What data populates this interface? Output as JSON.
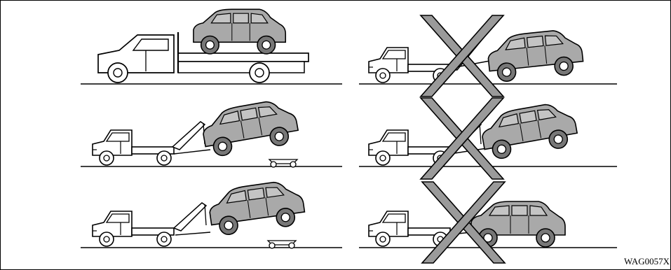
{
  "figure": {
    "code": "WAG0057X",
    "colors": {
      "line": "#000000",
      "car_fill": "#a9a9a9",
      "prohibition_fill": "#9a9a9a",
      "background": "#ffffff"
    },
    "panels": [
      {
        "position": "left-1",
        "method": "flatbed",
        "allowed": true
      },
      {
        "position": "left-2",
        "method": "wheel-lift-front-with-dollies",
        "allowed": true
      },
      {
        "position": "left-3",
        "method": "wheel-lift-rear-with-dollies",
        "allowed": true
      },
      {
        "position": "right-1",
        "method": "sling-lift-front",
        "allowed": false
      },
      {
        "position": "right-2",
        "method": "wheel-lift-front-no-dollies",
        "allowed": false
      },
      {
        "position": "right-3",
        "method": "wheel-lift-rear-no-dollies",
        "allowed": false
      }
    ]
  }
}
